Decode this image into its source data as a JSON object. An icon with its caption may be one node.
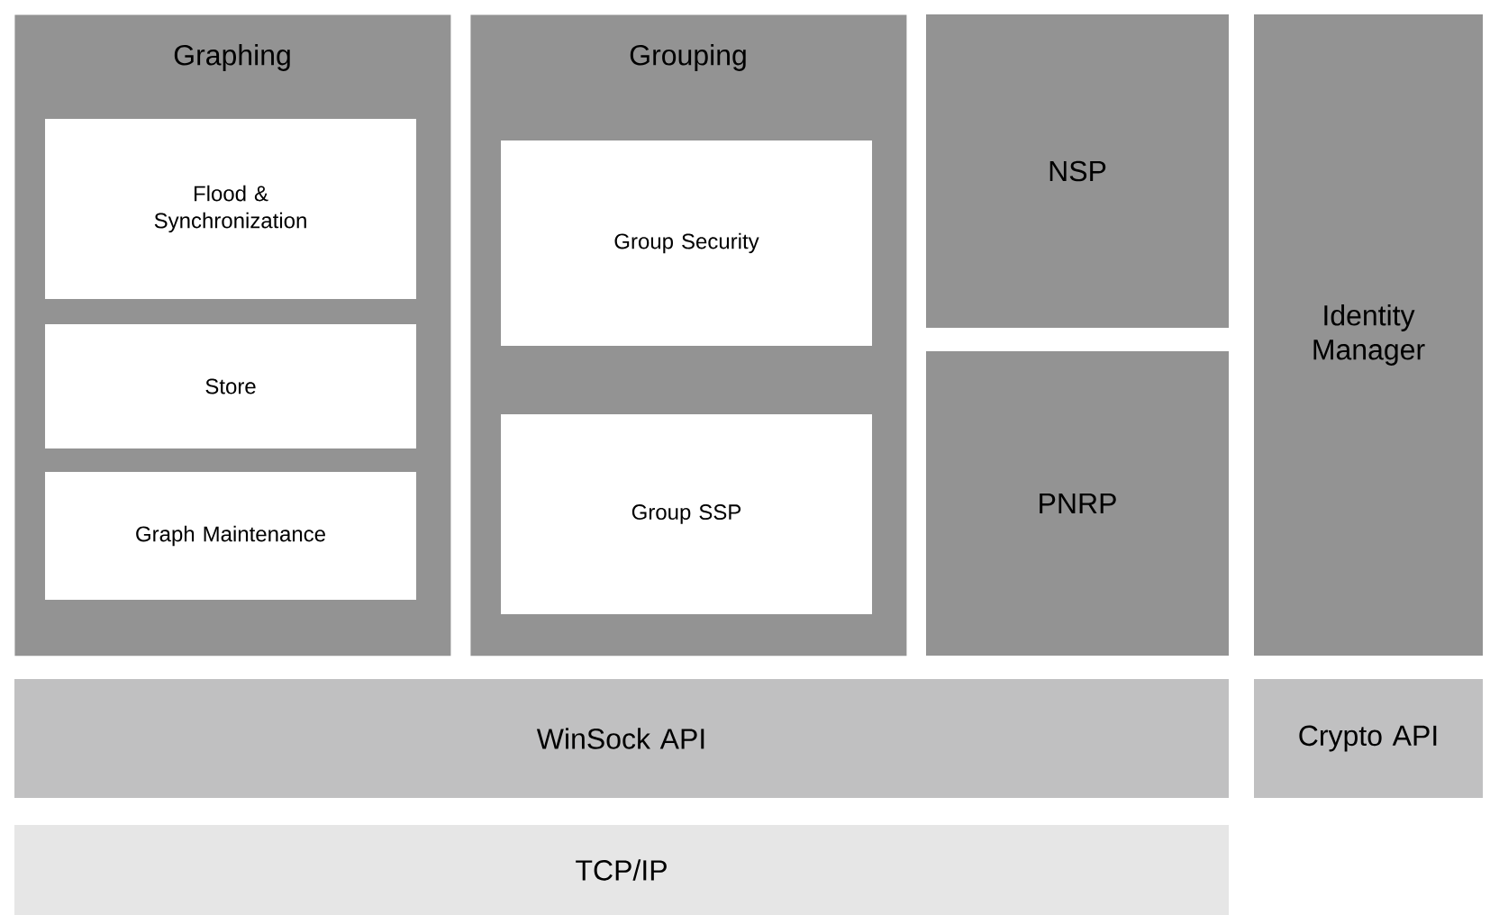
{
  "diagram": {
    "nodes": [
      {
        "text": [
          "Graphing"
        ]
      },
      {
        "text": [
          "Flood & Synchronization"
        ],
        "in": 0
      },
      {
        "text": [
          "Store"
        ],
        "in": 0
      },
      {
        "text": [
          "Graph Maintenance"
        ],
        "in": 0
      },
      {
        "text": [
          "Grouping"
        ]
      },
      {
        "text": [
          "Group Security"
        ],
        "in": 4
      },
      {
        "text": [
          "Group SSP"
        ],
        "in": 4
      },
      {
        "text": [
          "NSP"
        ]
      },
      {
        "text": [
          "PNRP"
        ]
      },
      {
        "text": [
          "Identity Manager"
        ]
      },
      {
        "text": [
          "WinSock API"
        ]
      },
      {
        "text": [
          "Crypto API"
        ]
      },
      {
        "text": [
          "TCP/IP"
        ]
      }
    ]
  }
}
